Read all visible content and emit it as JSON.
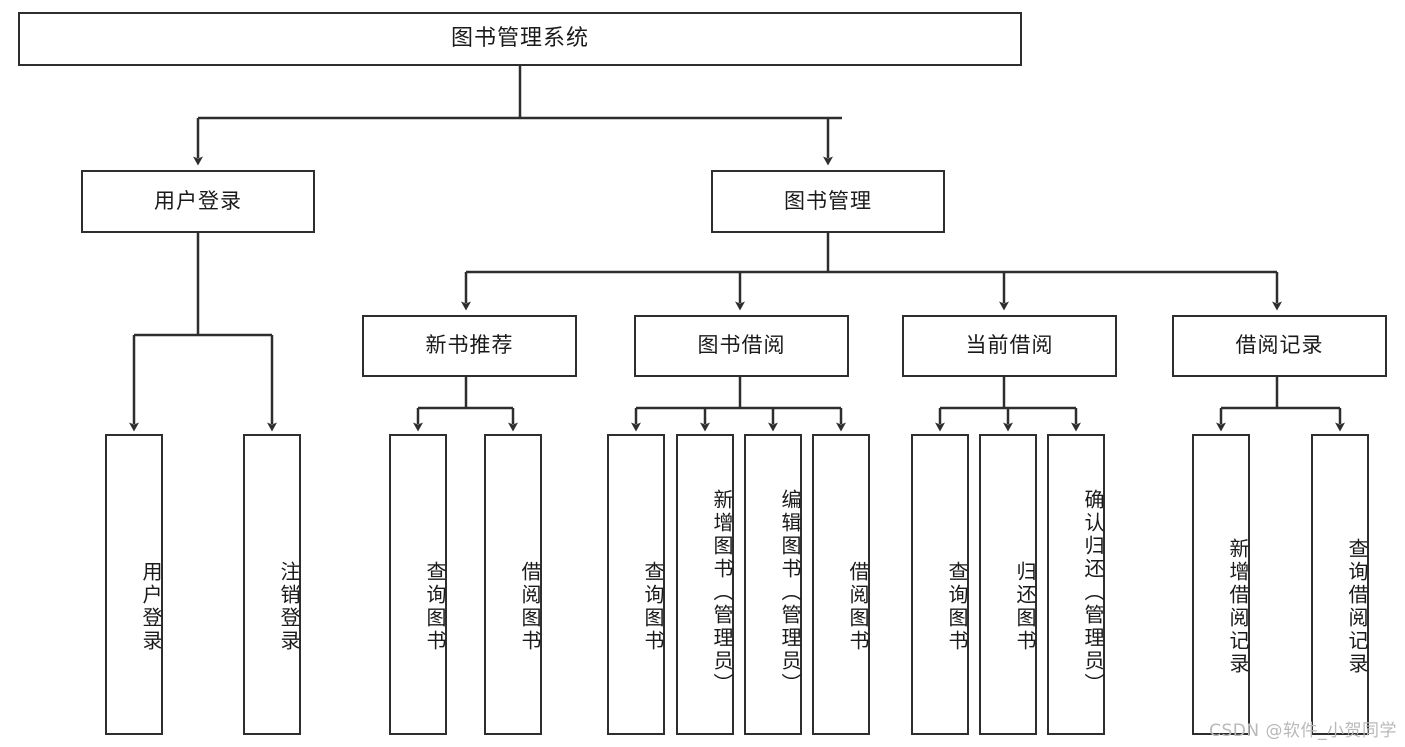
{
  "diagram": {
    "title": "图书管理系统",
    "type": "tree",
    "watermark": "CSDN @软件_小贺同学",
    "nodes": {
      "root": {
        "label": "图书管理系统"
      },
      "level2": [
        {
          "id": "user-login",
          "label": "用户登录"
        },
        {
          "id": "book-management",
          "label": "图书管理"
        }
      ],
      "level3": [
        {
          "id": "new-book-recommend",
          "label": "新书推荐"
        },
        {
          "id": "book-borrow",
          "label": "图书借阅"
        },
        {
          "id": "current-borrow",
          "label": "当前借阅"
        },
        {
          "id": "borrow-record",
          "label": "借阅记录"
        }
      ],
      "leaves": {
        "user_login": [
          {
            "id": "leaf-user-login",
            "label": "用户登录"
          },
          {
            "id": "leaf-logout-login",
            "label": "注销登录"
          }
        ],
        "new_book_recommend": [
          {
            "id": "leaf-query-book-1",
            "label": "查询图书"
          },
          {
            "id": "leaf-borrow-book-1",
            "label": "借阅图书"
          }
        ],
        "book_borrow": [
          {
            "id": "leaf-query-book-2",
            "label": "查询图书"
          },
          {
            "id": "leaf-add-book",
            "label": "新增图书（管理员）"
          },
          {
            "id": "leaf-edit-book",
            "label": "编辑图书（管理员）"
          },
          {
            "id": "leaf-borrow-book-2",
            "label": "借阅图书"
          }
        ],
        "current_borrow": [
          {
            "id": "leaf-query-book-3",
            "label": "查询图书"
          },
          {
            "id": "leaf-return-book",
            "label": "归还图书"
          },
          {
            "id": "leaf-confirm-return",
            "label": "确认归还（管理员）"
          }
        ],
        "borrow_record": [
          {
            "id": "leaf-add-record",
            "label": "新增借阅记录"
          },
          {
            "id": "leaf-query-record",
            "label": "查询借阅记录"
          }
        ]
      }
    },
    "colors": {
      "stroke": "#2e2e2e",
      "text": "#1a1a1a",
      "background": "#ffffff",
      "watermark": "#b9b9b9"
    }
  }
}
